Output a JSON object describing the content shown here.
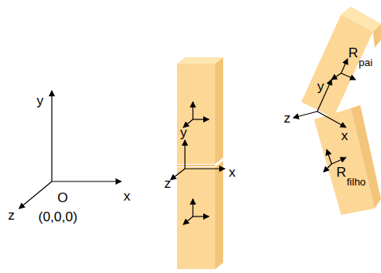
{
  "diagram": {
    "labels": [
      "y",
      "x",
      "z",
      "O",
      "(0,0,0)",
      "y",
      "x",
      "z",
      "y",
      "z",
      "x",
      "R",
      "pai",
      "R",
      "filho"
    ]
  }
}
